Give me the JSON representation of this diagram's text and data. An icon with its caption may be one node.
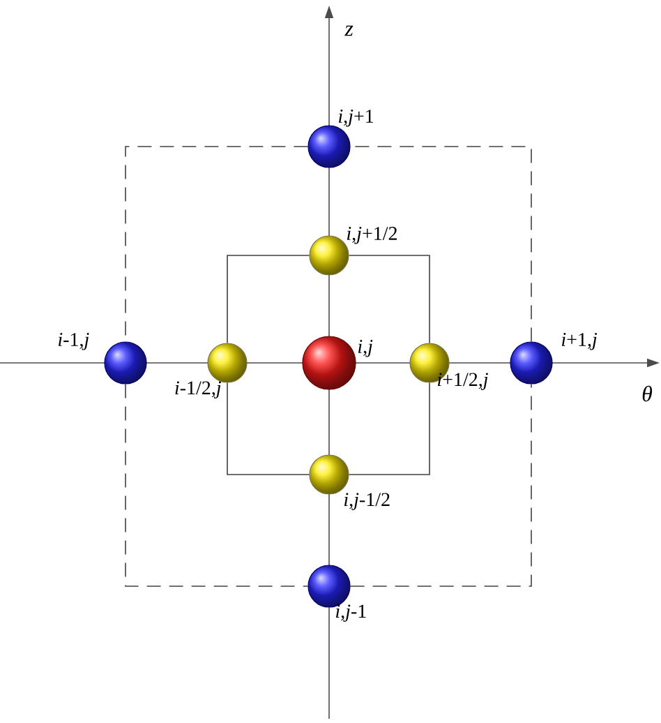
{
  "diagram": {
    "nodes": [
      {
        "text": [],
        "shape": "circle",
        "beside": [
          "*i*,*j*+1"
        ]
      },
      {
        "text": [],
        "shape": "circle",
        "beside": [
          "*i*,*j*+1/2"
        ]
      },
      {
        "text": [],
        "shape": "circle",
        "beside": [
          "*i*-1,*j*"
        ]
      },
      {
        "text": [],
        "shape": "circle",
        "beside": [
          "*i*-1/2,*j*"
        ]
      },
      {
        "text": [],
        "shape": "circle",
        "beside": [
          "*i*,*j*"
        ]
      },
      {
        "text": [],
        "shape": "circle",
        "beside": [
          "*i*+1/2,*j*"
        ]
      },
      {
        "text": [],
        "shape": "circle",
        "beside": [
          "*i*+1,*j*"
        ]
      },
      {
        "text": [],
        "shape": "circle",
        "beside": [
          "*i*,*j*-1/2"
        ]
      },
      {
        "text": [],
        "shape": "circle",
        "beside": [
          "*i*,*j*-1"
        ]
      }
    ],
    "edges": [
      {
        "from": 1,
        "to": 3,
        "arrow": "none"
      },
      {
        "from": 3,
        "to": 7,
        "arrow": "none"
      },
      {
        "from": 7,
        "to": 5,
        "arrow": "none"
      },
      {
        "from": 5,
        "to": 1,
        "arrow": "none"
      },
      {
        "from": 0,
        "to": 2,
        "arrow": "none",
        "style": "dashed"
      },
      {
        "from": 2,
        "to": 8,
        "arrow": "none",
        "style": "dashed"
      },
      {
        "from": 8,
        "to": 6,
        "arrow": "none",
        "style": "dashed"
      },
      {
        "from": 6,
        "to": 0,
        "arrow": "none",
        "style": "dashed"
      }
    ],
    "labels": [
      "z",
      "θ"
    ]
  }
}
